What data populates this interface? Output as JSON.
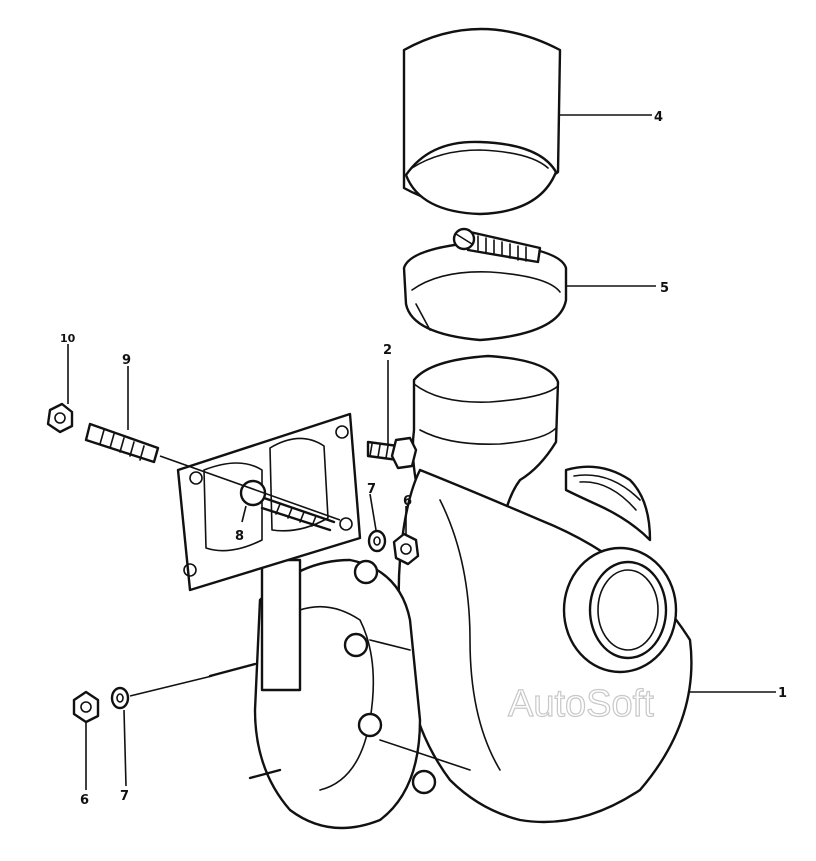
{
  "watermark": "AutoSoft",
  "callouts": [
    {
      "id": "callout-1",
      "text": "1"
    },
    {
      "id": "callout-2",
      "text": "2"
    },
    {
      "id": "callout-4",
      "text": "4"
    },
    {
      "id": "callout-5",
      "text": "5"
    },
    {
      "id": "callout-6-top",
      "text": "6"
    },
    {
      "id": "callout-6-bottom",
      "text": "6"
    },
    {
      "id": "callout-7-top",
      "text": "7"
    },
    {
      "id": "callout-7-bottom",
      "text": "7"
    },
    {
      "id": "callout-8",
      "text": "8"
    },
    {
      "id": "callout-9",
      "text": "9"
    },
    {
      "id": "callout-10",
      "text": "10"
    }
  ]
}
